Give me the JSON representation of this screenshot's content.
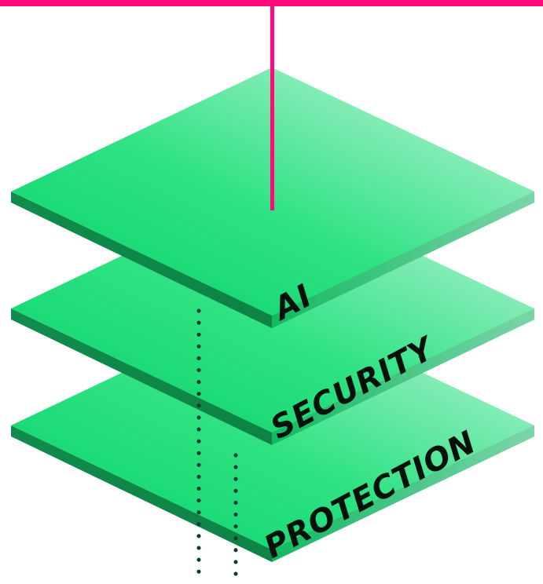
{
  "diagram": {
    "layers": [
      {
        "id": "ai",
        "label": "AI"
      },
      {
        "id": "security",
        "label": "SECURITY"
      },
      {
        "id": "protection",
        "label": "PROTECTION"
      }
    ],
    "colors": {
      "accent_line": "#ff0a78",
      "slab_light": "#a8eecb",
      "slab_mid": "#3fe08a",
      "slab_dark": "#12d66b",
      "slab_edge": "#0e8a4a",
      "dots": "#0d3b2e",
      "label_text": "#05120b"
    }
  }
}
